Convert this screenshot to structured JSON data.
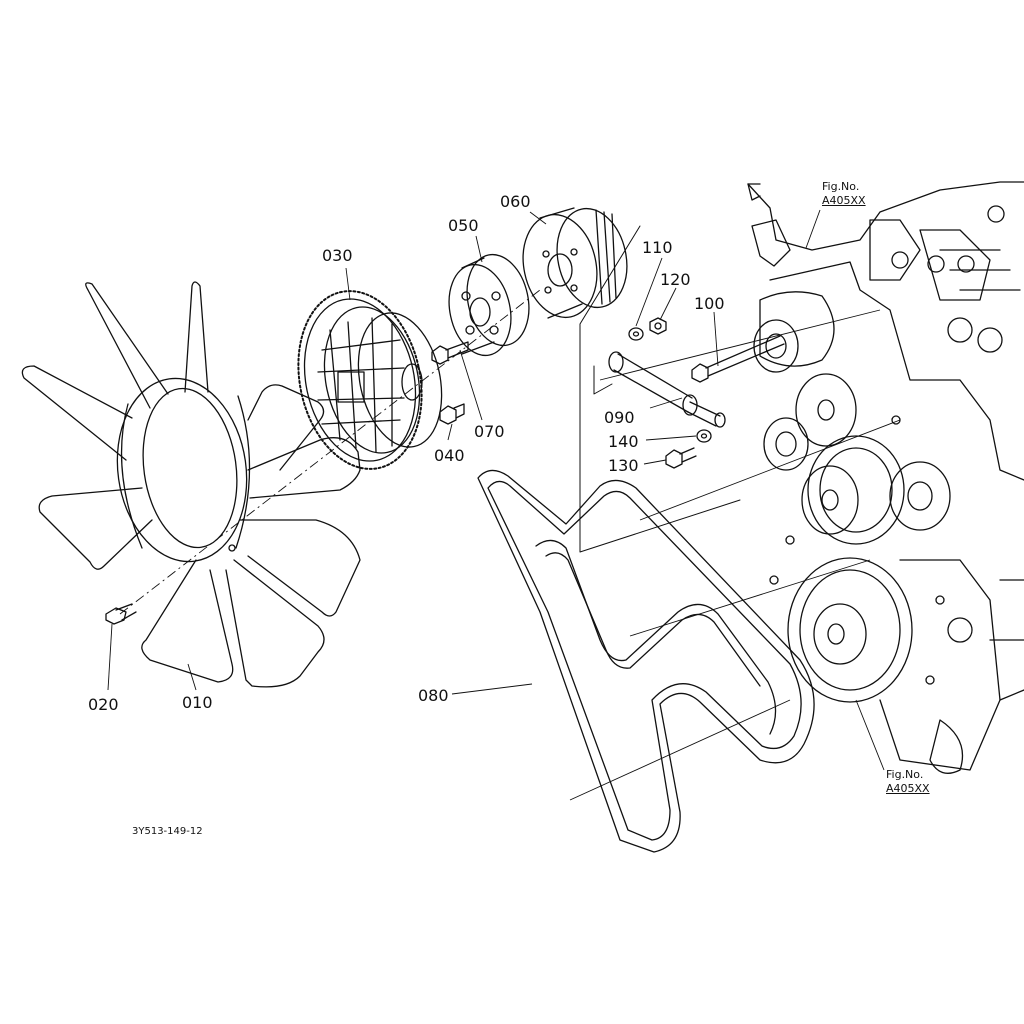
{
  "diagram": {
    "callouts": [
      {
        "id": "010",
        "text": "010"
      },
      {
        "id": "020",
        "text": "020"
      },
      {
        "id": "030",
        "text": "030"
      },
      {
        "id": "040",
        "text": "040"
      },
      {
        "id": "050",
        "text": "050"
      },
      {
        "id": "060",
        "text": "060"
      },
      {
        "id": "070",
        "text": "070"
      },
      {
        "id": "080",
        "text": "080"
      },
      {
        "id": "090",
        "text": "090"
      },
      {
        "id": "100",
        "text": "100"
      },
      {
        "id": "110",
        "text": "110"
      },
      {
        "id": "120",
        "text": "120"
      },
      {
        "id": "130",
        "text": "130"
      },
      {
        "id": "140",
        "text": "140"
      }
    ],
    "fig_refs": [
      {
        "line1": "Fig.No.",
        "line2": "A405XX"
      },
      {
        "line1": "Fig.No.",
        "line2": "A405XX"
      }
    ],
    "drawing_code": "3Y513-149-12"
  }
}
